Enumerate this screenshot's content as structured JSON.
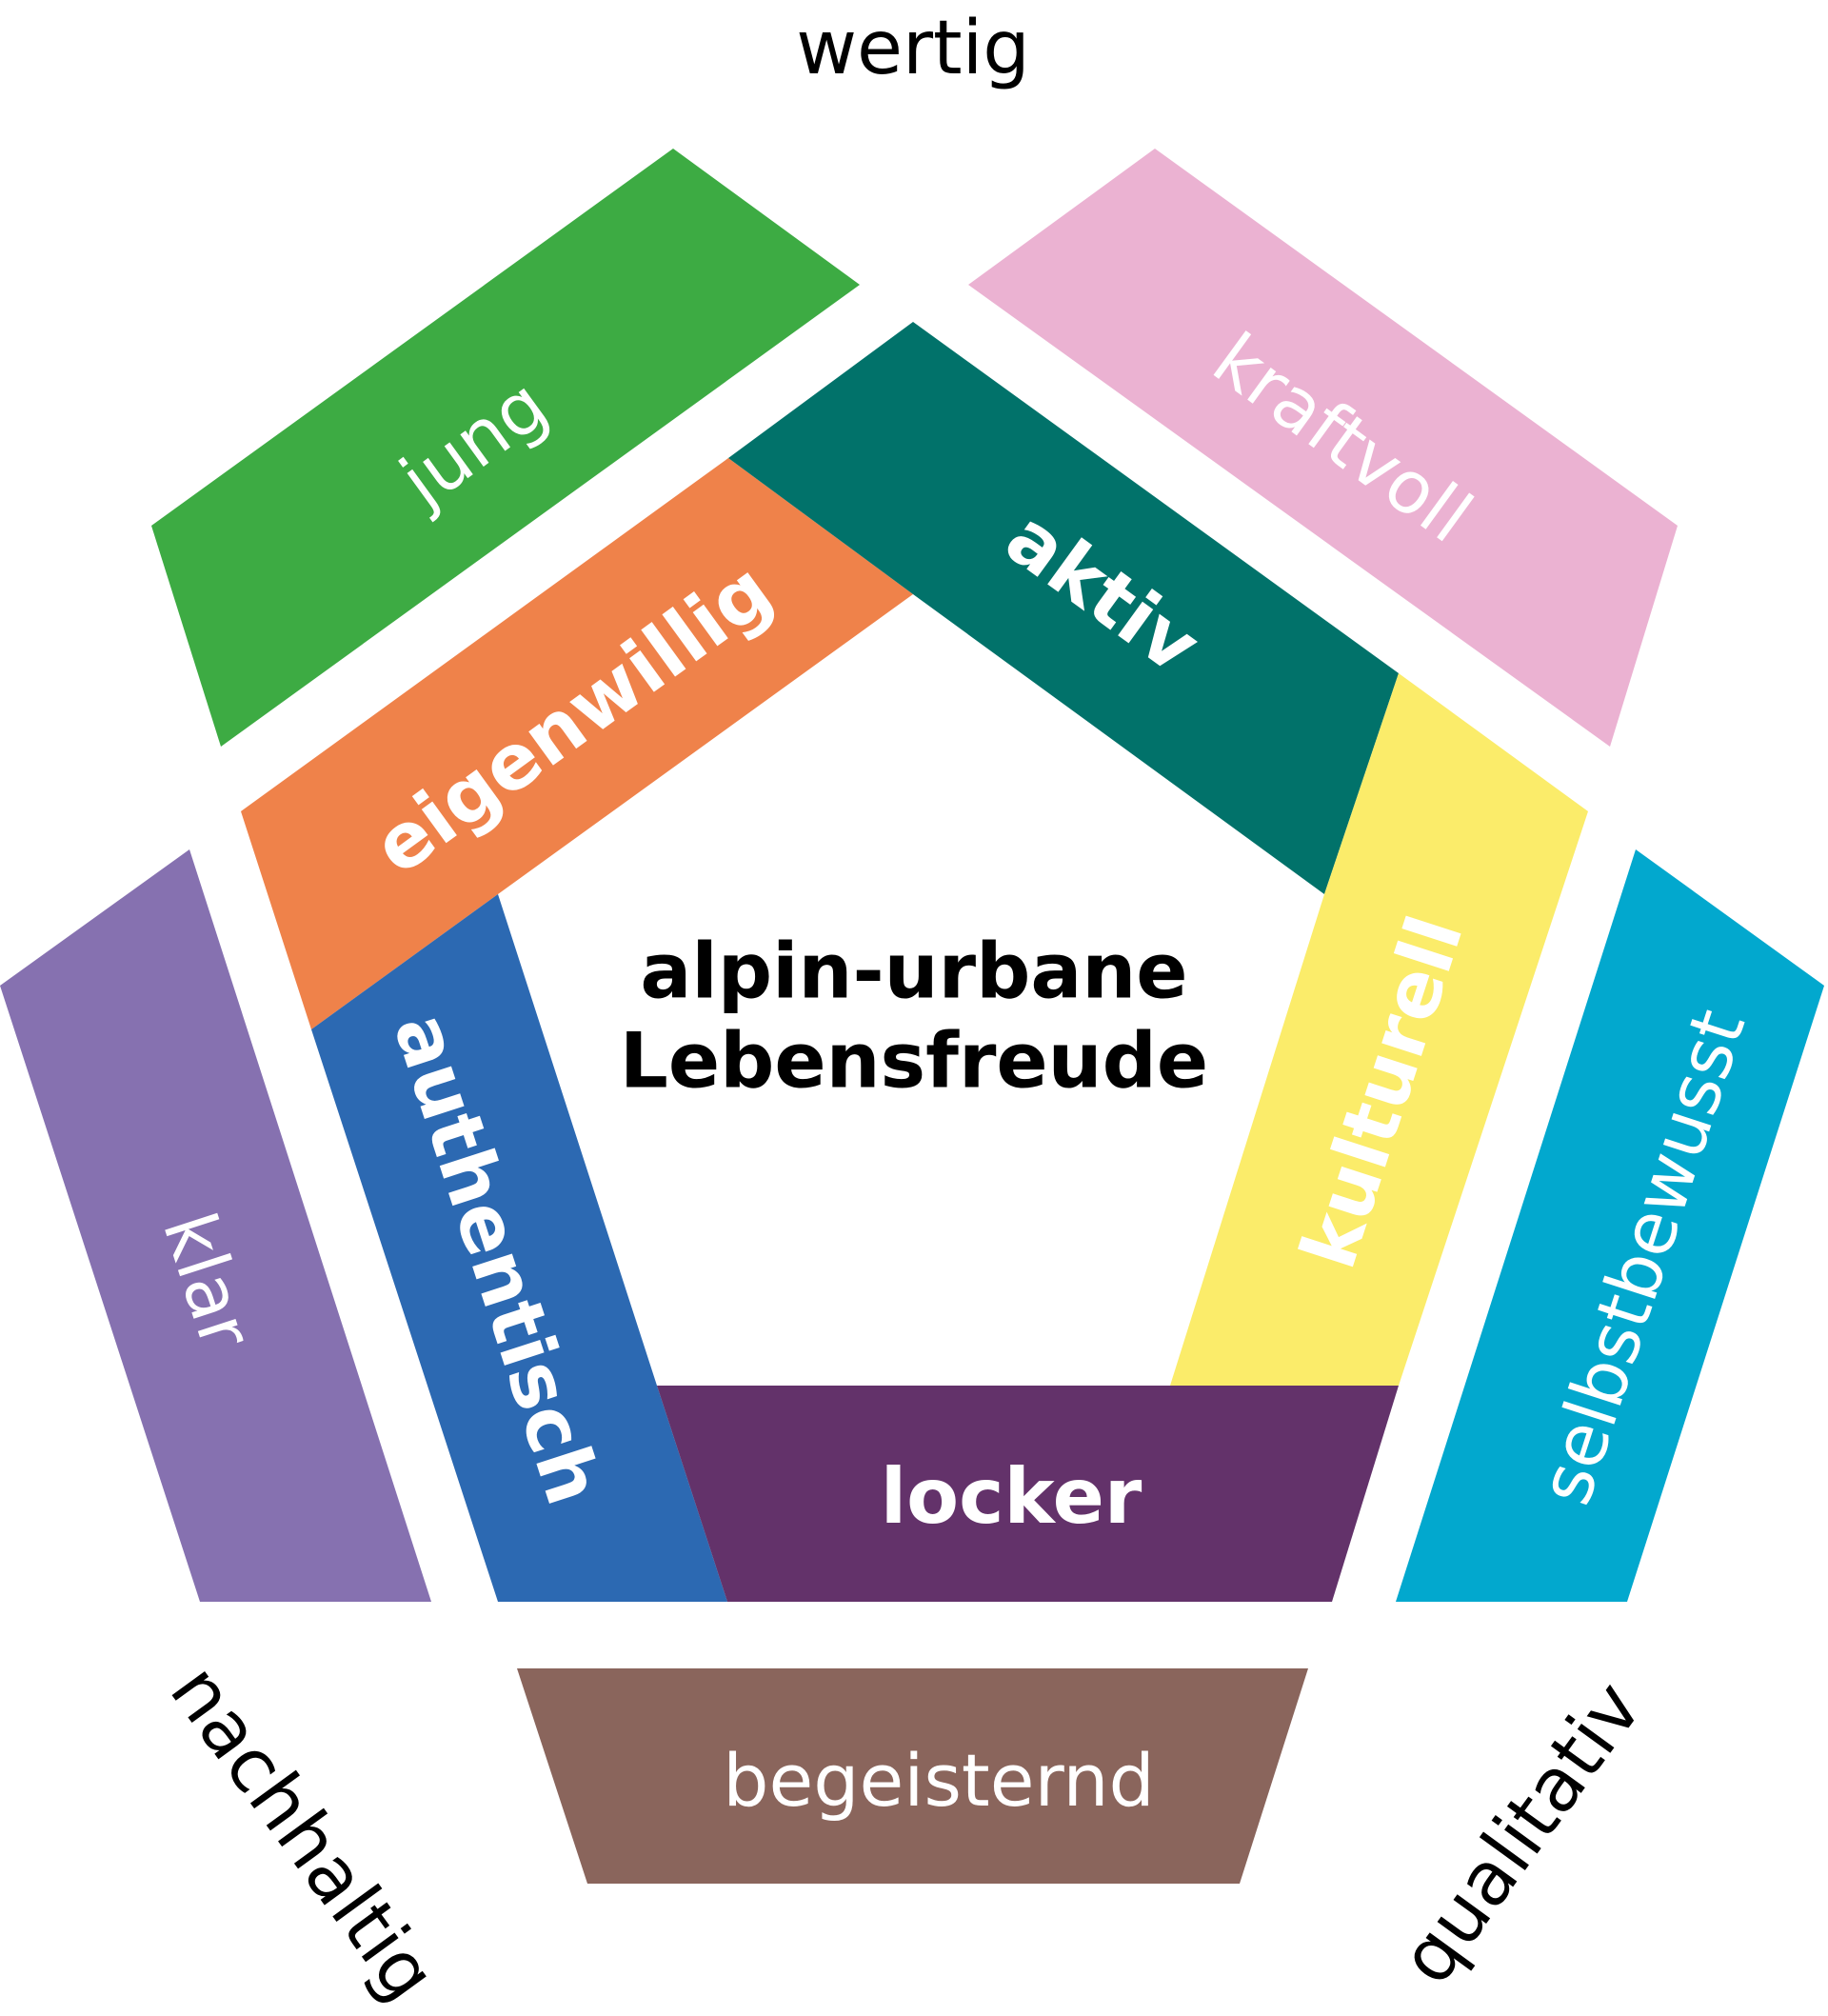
{
  "title": "alpin-urbane Lebensfreude",
  "center": {
    "line1": "alpin-urbane",
    "line2": "Lebensfreude"
  },
  "outer_labels": {
    "top": "wertig",
    "bottom_left": "nachhaltig",
    "bottom_right": "qualitativ"
  },
  "segments": [
    {
      "id": "jung",
      "label": "jung",
      "ring": "outer",
      "color": "#3dab43"
    },
    {
      "id": "kraftvoll",
      "label": "kraftvoll",
      "ring": "outer",
      "color": "#ebb2d2"
    },
    {
      "id": "klar",
      "label": "klar",
      "ring": "outer",
      "color": "#8671b0"
    },
    {
      "id": "selbstbewusst",
      "label": "selbstbewusst",
      "ring": "outer",
      "color": "#02a8ce"
    },
    {
      "id": "begeisternd",
      "label": "begeisternd",
      "ring": "outer",
      "color": "#8a655c"
    },
    {
      "id": "eigenwillig",
      "label": "eigenwillig",
      "ring": "inner",
      "color": "#ef824a"
    },
    {
      "id": "aktiv",
      "label": "aktiv",
      "ring": "inner",
      "color": "#01726a"
    },
    {
      "id": "authentisch",
      "label": "authentisch",
      "ring": "inner",
      "color": "#2c69b2"
    },
    {
      "id": "kulturell",
      "label": "kulturell",
      "ring": "inner",
      "color": "#fbec6a"
    },
    {
      "id": "locker",
      "label": "locker",
      "ring": "inner",
      "color": "#63326a"
    }
  ]
}
